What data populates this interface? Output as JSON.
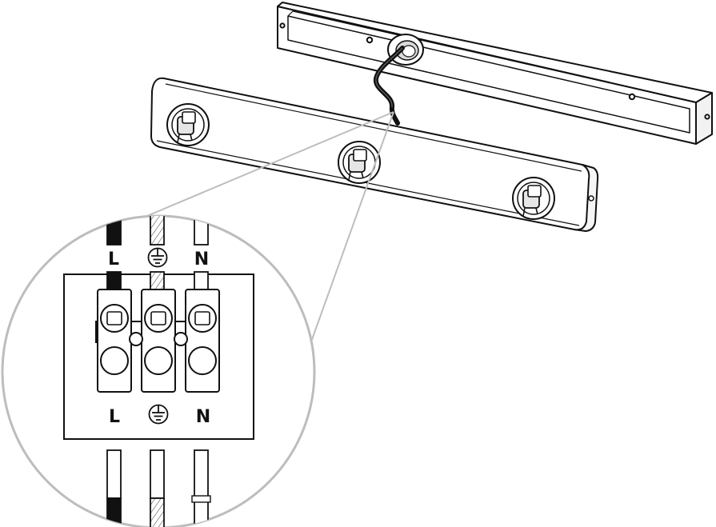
{
  "terminal_labels_top": {
    "live": "L",
    "neutral": "N"
  },
  "terminal_labels_bottom": {
    "live": "L",
    "neutral": "N"
  },
  "icons": {
    "ground_top": "earth-ground-icon",
    "ground_bottom": "earth-ground-icon"
  },
  "colors": {
    "line": "#111111",
    "callout": "#bdbdbd",
    "live_wire": "#111111",
    "background": "#ffffff"
  }
}
